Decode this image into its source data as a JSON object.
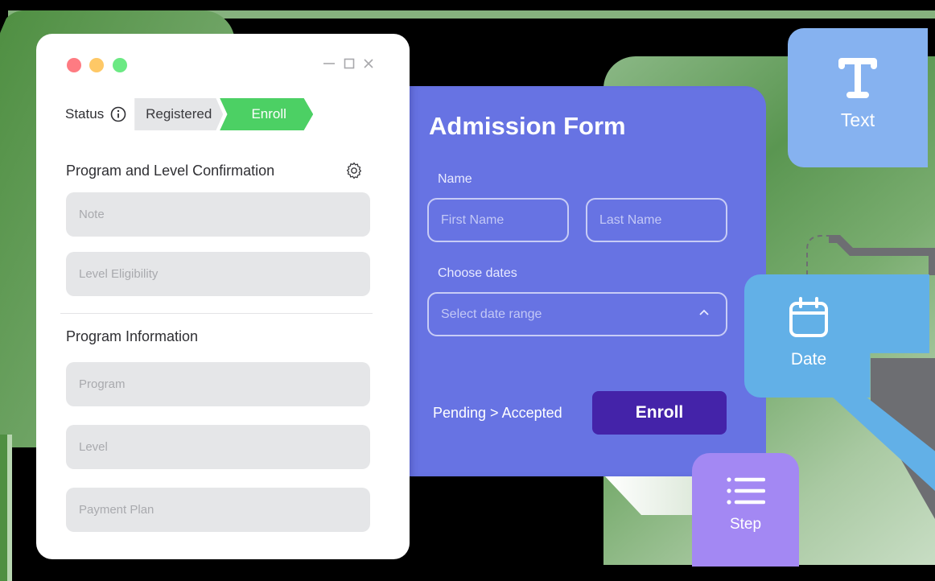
{
  "window": {
    "controls": {
      "minimize": "minimize",
      "maximize": "maximize",
      "close": "close"
    },
    "status": {
      "label": "Status",
      "steps": [
        {
          "label": "Registered",
          "state": "completed",
          "color": "#e5e6e8"
        },
        {
          "label": "Enroll",
          "state": "active",
          "color": "#4cd064"
        }
      ]
    },
    "sections": [
      {
        "title": "Program and Level Confirmation",
        "fields": [
          {
            "placeholder": "Note"
          },
          {
            "placeholder": "Level Eligibility"
          }
        ]
      },
      {
        "title": "Program Information",
        "fields": [
          {
            "placeholder": "Program"
          },
          {
            "placeholder": "Level"
          },
          {
            "placeholder": "Payment Plan"
          }
        ]
      }
    ]
  },
  "form": {
    "title": "Admission Form",
    "name_label": "Name",
    "first_name_placeholder": "First Name",
    "last_name_placeholder": "Last Name",
    "dates_label": "Choose dates",
    "date_range_placeholder": "Select date range",
    "status_flow": "Pending > Accepted",
    "enroll_label": "Enroll",
    "colors": {
      "card": "#6773e3",
      "button": "#4423a9"
    }
  },
  "tiles": [
    {
      "label": "Text",
      "icon": "text-icon",
      "color": "#86b2f0"
    },
    {
      "label": "Date",
      "icon": "calendar-icon",
      "color": "#62b0e7"
    },
    {
      "label": "Step",
      "icon": "list-icon",
      "color": "#a388f3"
    }
  ]
}
